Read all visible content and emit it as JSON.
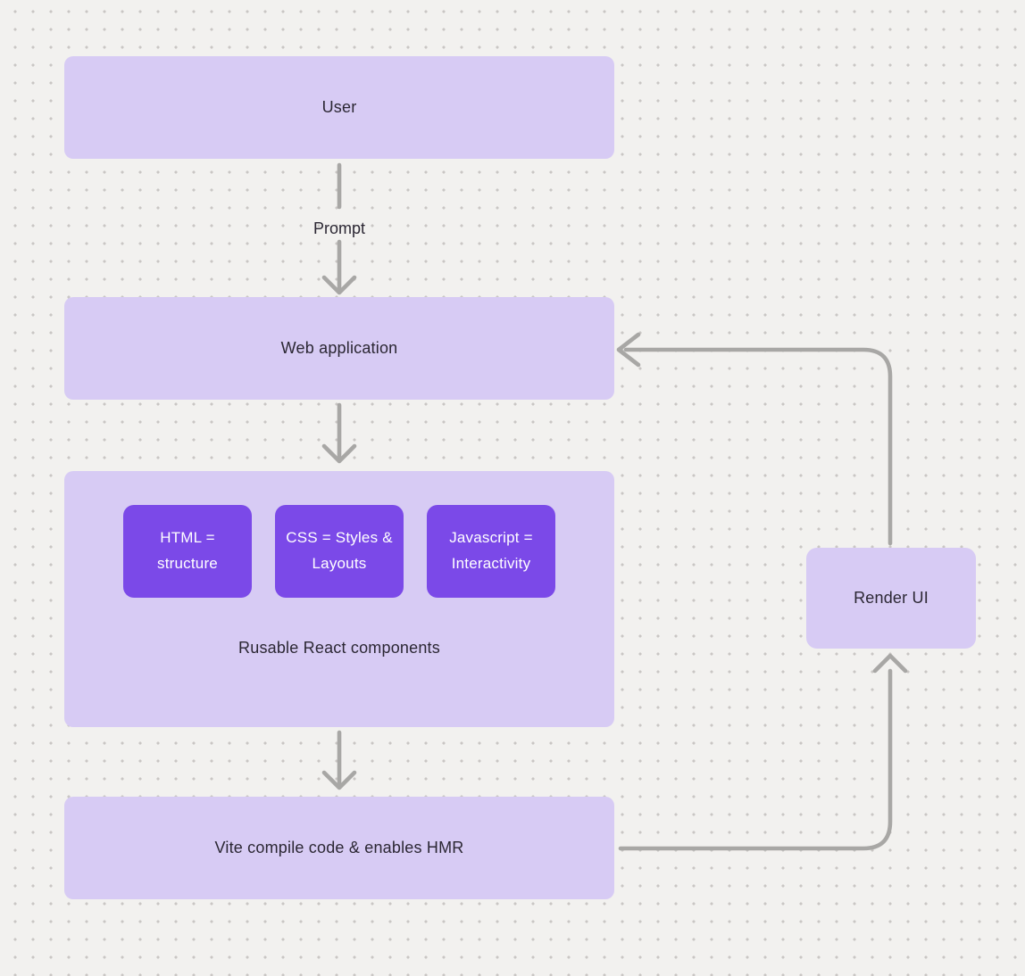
{
  "canvas": {
    "background": "#f2f1ef",
    "dot_color": "#c9c6c4"
  },
  "colors": {
    "node_fill": "#d7cbf4",
    "chip_fill": "#7b49e8",
    "chip_text": "#ffffff",
    "node_text": "#2b2733",
    "arrow": "#a8a7a5"
  },
  "nodes": {
    "user": {
      "label": "User"
    },
    "web_application": {
      "label": "Web application"
    },
    "components_group": {
      "chips": [
        {
          "label": "HTML = structure"
        },
        {
          "label": "CSS = Styles & Layouts"
        },
        {
          "label": "Javascript = Interactivity"
        }
      ],
      "caption": "Rusable React components"
    },
    "vite": {
      "label": "Vite compile code & enables HMR"
    },
    "render_ui": {
      "label": "Render UI"
    }
  },
  "edges": {
    "prompt_label": "Prompt"
  }
}
